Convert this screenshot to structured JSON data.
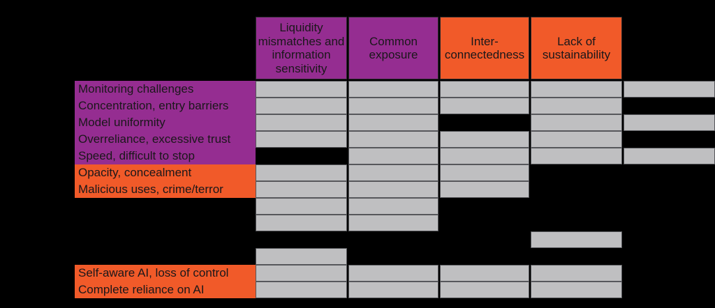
{
  "colors": {
    "background": "#000000",
    "purple": "#952d91",
    "orange": "#f15a29",
    "cell_gray": "#bfbfc1",
    "cell_border": "#56575b",
    "header_border": "#2a2a2c",
    "text": "#1a171a"
  },
  "table": {
    "column_headers": [
      {
        "label": "Liquidity\nmismatches and\ninformation\nsensitivity",
        "color_key": "purple"
      },
      {
        "label": "Common\nexposure",
        "color_key": "purple"
      },
      {
        "label": "Inter-\nconnectedness",
        "color_key": "orange"
      },
      {
        "label": "Lack of\nsustainability",
        "color_key": "orange"
      },
      {
        "label": "",
        "color_key": "none"
      }
    ],
    "rows": [
      {
        "label": "Monitoring challenges",
        "label_color_key": "purple",
        "cells": [
          1,
          1,
          1,
          1,
          1
        ]
      },
      {
        "label": "Concentration, entry barriers",
        "label_color_key": "purple",
        "cells": [
          1,
          1,
          1,
          1,
          0
        ]
      },
      {
        "label": "Model uniformity",
        "label_color_key": "purple",
        "cells": [
          1,
          1,
          0,
          1,
          1
        ]
      },
      {
        "label": "Overreliance, excessive trust",
        "label_color_key": "purple",
        "cells": [
          1,
          1,
          1,
          1,
          0
        ]
      },
      {
        "label": "Speed, difficult to stop",
        "label_color_key": "purple",
        "cells": [
          0,
          1,
          1,
          1,
          1
        ]
      },
      {
        "label": "Opacity, concealment",
        "label_color_key": "orange",
        "cells": [
          1,
          1,
          1,
          0,
          0
        ]
      },
      {
        "label": "Malicious uses, crime/terror",
        "label_color_key": "orange",
        "cells": [
          1,
          1,
          1,
          0,
          0
        ]
      },
      {
        "label": "",
        "label_color_key": "none",
        "cells": [
          1,
          1,
          0,
          0,
          0
        ]
      },
      {
        "label": "",
        "label_color_key": "none",
        "cells": [
          1,
          1,
          0,
          0,
          0
        ]
      },
      {
        "label": "",
        "label_color_key": "none",
        "cells": [
          0,
          0,
          0,
          1,
          0
        ]
      },
      {
        "label": "",
        "label_color_key": "none",
        "cells": [
          1,
          0,
          0,
          0,
          0
        ]
      },
      {
        "label": "Self-aware AI, loss of control",
        "label_color_key": "orange",
        "cells": [
          1,
          1,
          1,
          1,
          0
        ]
      },
      {
        "label": "Complete reliance on AI",
        "label_color_key": "orange",
        "cells": [
          1,
          1,
          1,
          1,
          0
        ]
      }
    ]
  },
  "chart_data": {
    "type": "heatmap",
    "columns": [
      "Liquidity mismatches and information sensitivity",
      "Common exposure",
      "Inter-connectedness",
      "Lack of sustainability",
      ""
    ],
    "rows": [
      "Monitoring challenges",
      "Concentration, entry barriers",
      "Model uniformity",
      "Overreliance, excessive trust",
      "Speed, difficult to stop",
      "Opacity, concealment",
      "Malicious uses, crime/terror",
      "",
      "",
      "",
      "",
      "Self-aware AI, loss of control",
      "Complete reliance on AI"
    ],
    "values": [
      [
        1,
        1,
        1,
        1,
        1
      ],
      [
        1,
        1,
        1,
        1,
        0
      ],
      [
        1,
        1,
        0,
        1,
        1
      ],
      [
        1,
        1,
        1,
        1,
        0
      ],
      [
        0,
        1,
        1,
        1,
        1
      ],
      [
        1,
        1,
        1,
        0,
        0
      ],
      [
        1,
        1,
        1,
        0,
        0
      ],
      [
        1,
        1,
        0,
        0,
        0
      ],
      [
        1,
        1,
        0,
        0,
        0
      ],
      [
        0,
        0,
        0,
        1,
        0
      ],
      [
        1,
        0,
        0,
        0,
        0
      ],
      [
        1,
        1,
        1,
        1,
        0
      ],
      [
        1,
        1,
        1,
        1,
        0
      ]
    ],
    "value_key": {
      "1": "gray cell shown",
      "0": "black / no cell"
    },
    "row_label_colors": [
      "purple",
      "purple",
      "purple",
      "purple",
      "purple",
      "orange",
      "orange",
      "none",
      "none",
      "none",
      "none",
      "orange",
      "orange"
    ],
    "legend_position": "none",
    "grid": true
  }
}
